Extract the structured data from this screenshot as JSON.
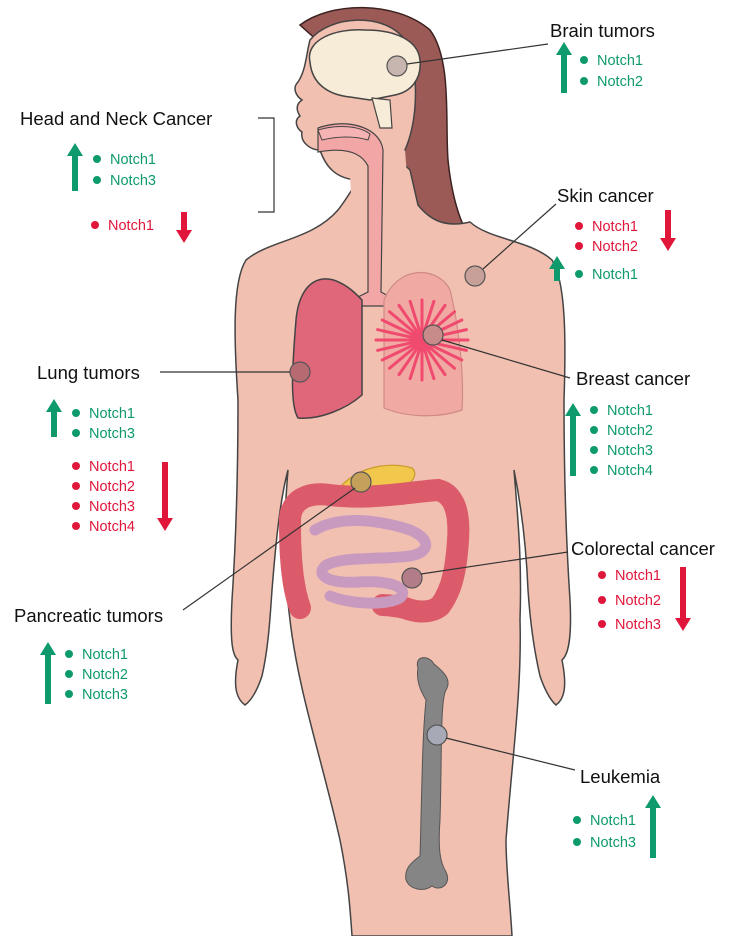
{
  "colors": {
    "up": "#0e9a6c",
    "down": "#e0173b",
    "skin": "#f2c0b0",
    "hair": "#9c5a57"
  },
  "icons": {
    "up_arrow": "up-arrow-icon",
    "down_arrow": "down-arrow-icon"
  },
  "labels": {
    "brain": "Brain tumors",
    "head_neck": "Head and Neck Cancer",
    "skin": "Skin cancer",
    "lung": "Lung tumors",
    "breast": "Breast cancer",
    "colorectal": "Colorectal cancer",
    "pancreatic": "Pancreatic tumors",
    "leukemia": "Leukemia"
  },
  "genes": {
    "brain_up": [
      "Notch1",
      "Notch2"
    ],
    "head_neck_up": [
      "Notch1",
      "Notch3"
    ],
    "head_neck_down": [
      "Notch1"
    ],
    "skin_down": [
      "Notch1",
      "Notch2"
    ],
    "skin_up": [
      "Notch1"
    ],
    "lung_up": [
      "Notch1",
      "Notch3"
    ],
    "lung_down": [
      "Notch1",
      "Notch2",
      "Notch3",
      "Notch4"
    ],
    "breast_up": [
      "Notch1",
      "Notch2",
      "Notch3",
      "Notch4"
    ],
    "colorectal_down": [
      "Notch1",
      "Notch2",
      "Notch3"
    ],
    "pancreatic_up": [
      "Notch1",
      "Notch2",
      "Notch3"
    ],
    "leukemia_up": [
      "Notch1",
      "Notch3"
    ]
  }
}
